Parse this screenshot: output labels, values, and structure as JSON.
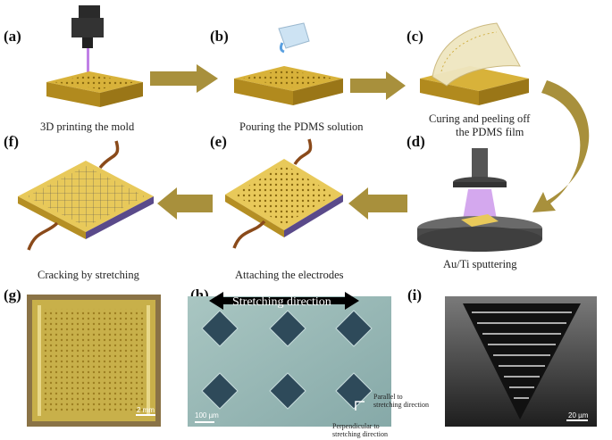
{
  "panels": {
    "a": {
      "letter": "(a)",
      "caption": "3D printing the mold"
    },
    "b": {
      "letter": "(b)",
      "caption": "Pouring the PDMS solution"
    },
    "c": {
      "letter": "(c)",
      "caption_line1": "Curing and peeling off",
      "caption_line2": "the PDMS film"
    },
    "d": {
      "letter": "(d)",
      "caption": "Au/Ti sputtering"
    },
    "e": {
      "letter": "(e)",
      "caption": "Attaching the electrodes"
    },
    "f": {
      "letter": "(f)",
      "caption": "Cracking by stretching"
    },
    "g": {
      "letter": "(g)",
      "scale": "2 mm"
    },
    "h": {
      "letter": "(h)",
      "scale": "100 µm",
      "direction": "Stretching direction",
      "parallel_line1": "Parallel to",
      "parallel_line2": "stretching direction",
      "perp_line1": "Perpendicular to",
      "perp_line2": "stretching direction"
    },
    "i": {
      "letter": "(i)",
      "scale": "20 µm"
    }
  },
  "colors": {
    "gold": "#c9a227",
    "arrow": "#a8903c",
    "substrate": "#5a4a8a",
    "laser": "#b060e0"
  }
}
